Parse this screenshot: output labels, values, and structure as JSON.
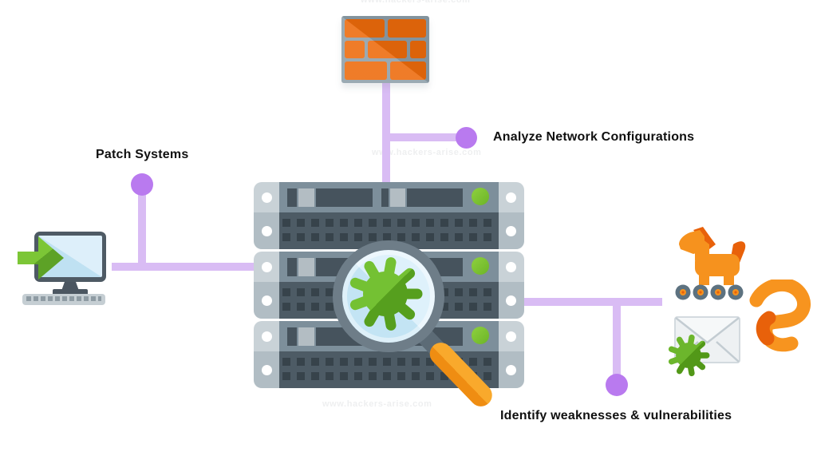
{
  "labels": {
    "patch_systems": "Patch Systems",
    "analyze_network": "Analyze Network Configurations",
    "identify_weaknesses": "Identify weaknesses & vulnerabilities"
  },
  "watermark": {
    "text": "www.hackers-arise.com"
  },
  "icons": {
    "firewall": "firewall-brick-wall",
    "computer": "desktop-computer-with-patch-arrow",
    "server_rack": "server-rack-3-units",
    "magnifier_virus": "magnifying-glass-scanning-virus",
    "trojan_horse": "trojan-horse-on-wheels",
    "worm": "worm-malware",
    "email_virus": "email-envelope-with-virus"
  },
  "colors": {
    "connector_line": "#d9bcf4",
    "connector_dot": "#b97aef",
    "brick_orange": "#ed6a0b",
    "mortar_gray": "#8d9ea9",
    "rack_frame": "#c9d2d7",
    "rack_band": "#7d8f9b",
    "rack_face": "#4d5b65",
    "led_green": "#7dc832",
    "ring_gray": "#6e7d88",
    "lens_blue": "#def1fb",
    "handle_orange": "#f9a92c",
    "virus_green": "#66b22a",
    "malware_orange": "#f6921e",
    "malware_dark_orange": "#e8610a",
    "screen_blue": "#cfe9f7",
    "text": "#101010"
  }
}
